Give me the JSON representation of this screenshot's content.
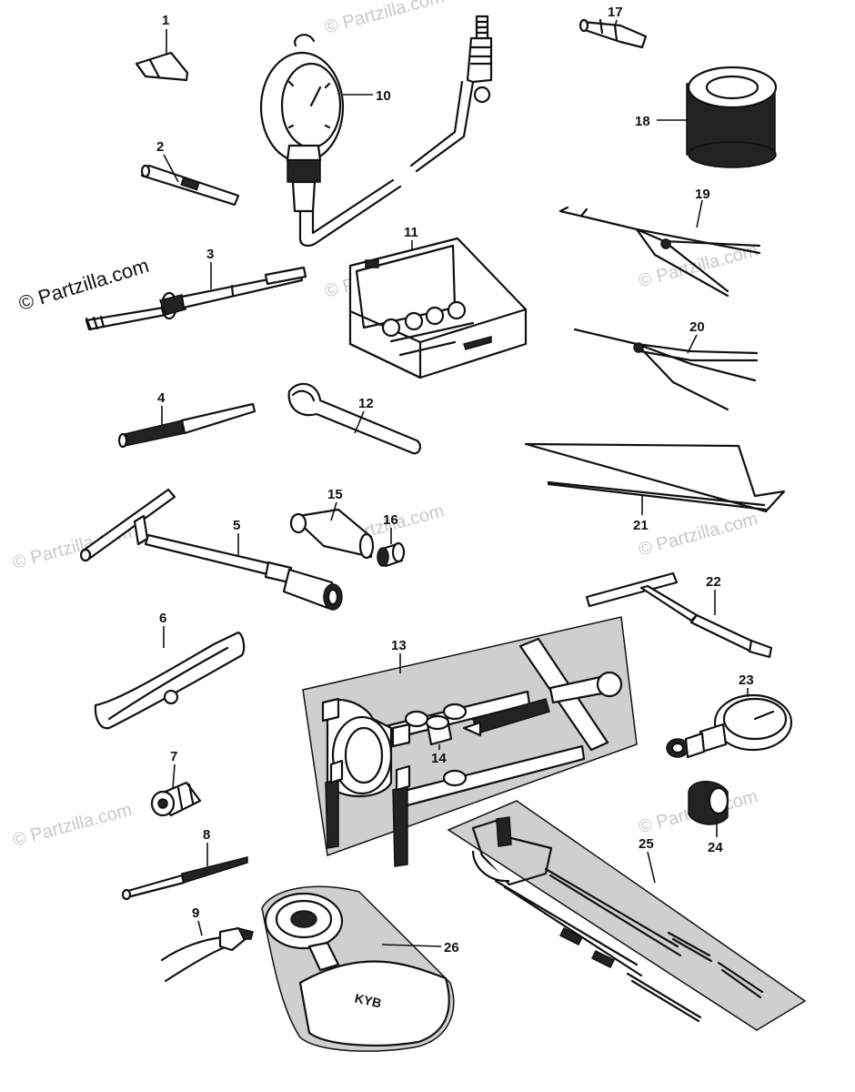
{
  "watermark": "© Partzilla.com",
  "callouts": [
    "1",
    "2",
    "3",
    "4",
    "5",
    "6",
    "7",
    "8",
    "9",
    "10",
    "11",
    "12",
    "13",
    "14",
    "15",
    "16",
    "17",
    "18",
    "19",
    "20",
    "21",
    "22",
    "23",
    "24",
    "25",
    "26"
  ],
  "case_logo": "KYB"
}
